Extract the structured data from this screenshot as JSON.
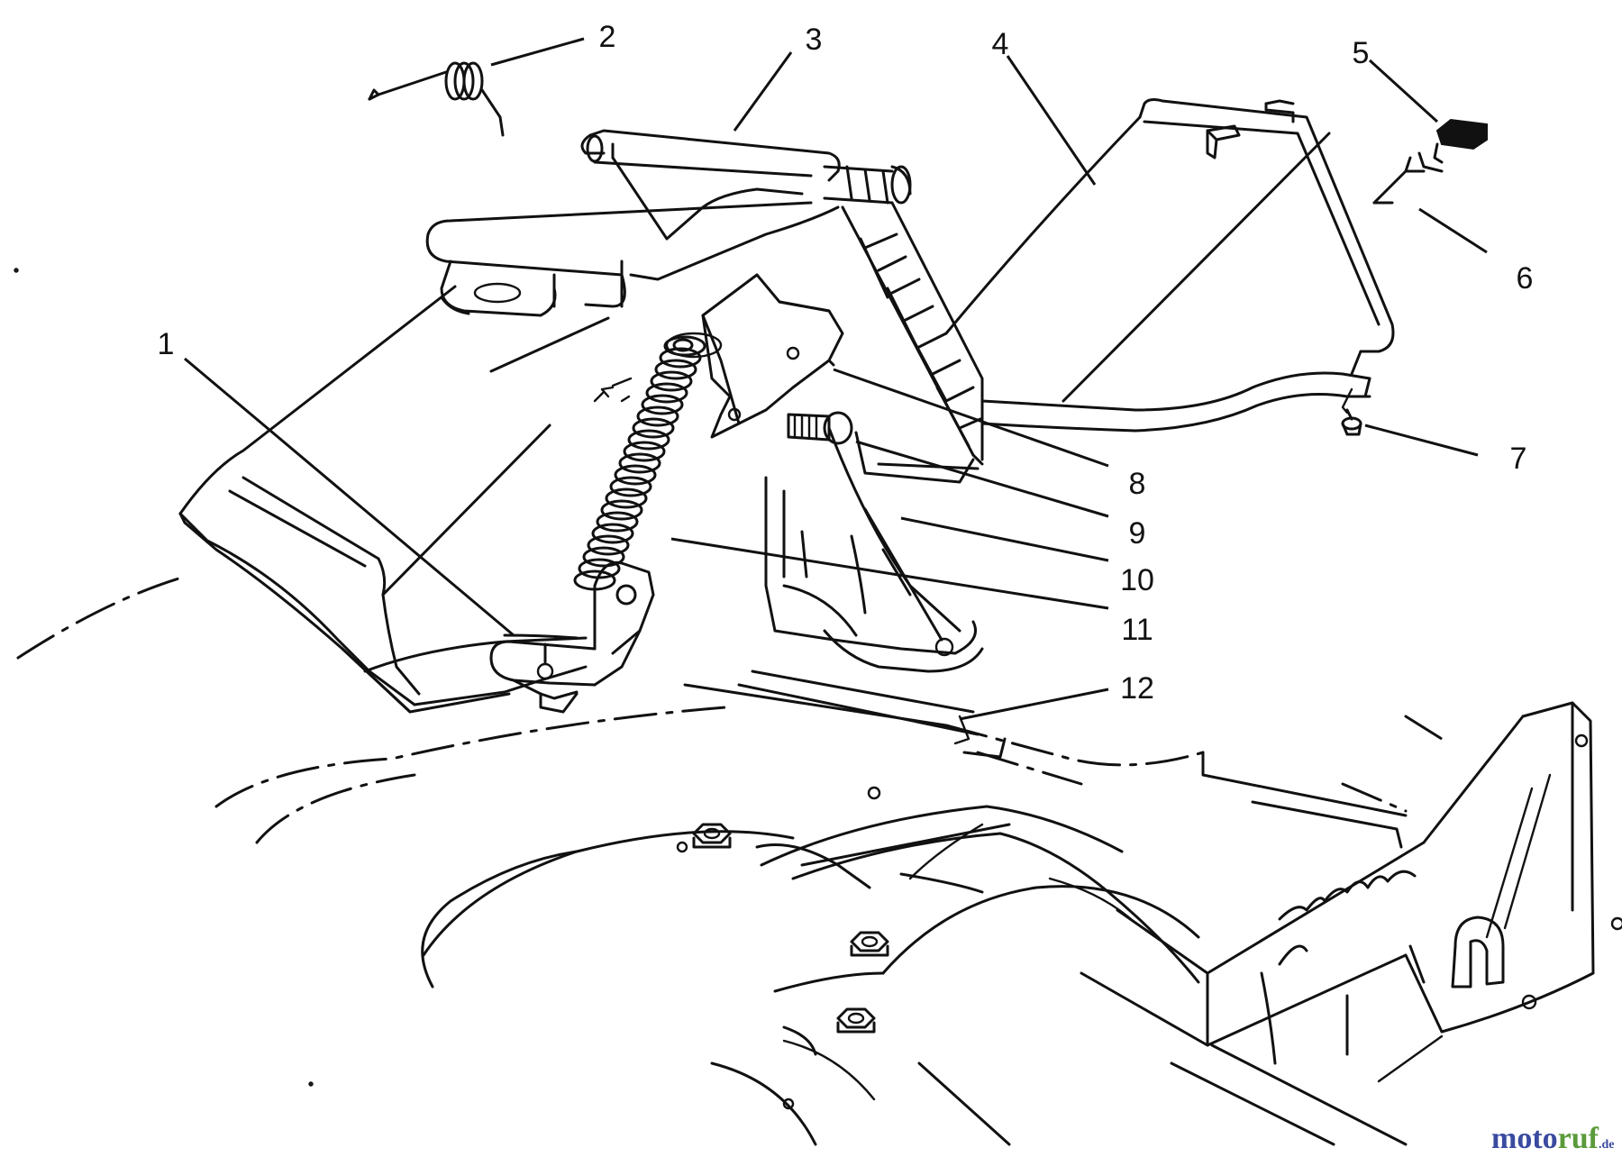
{
  "callouts": [
    {
      "label": "1"
    },
    {
      "label": "2"
    },
    {
      "label": "3"
    },
    {
      "label": "4"
    },
    {
      "label": "5"
    },
    {
      "label": "6"
    },
    {
      "label": "7"
    },
    {
      "label": "8"
    },
    {
      "label": "9"
    },
    {
      "label": "10"
    },
    {
      "label": "11"
    },
    {
      "label": "12"
    }
  ],
  "watermark": {
    "part1": "moto",
    "part2": "ruf",
    "suffix": ".de",
    "color_primary": "#3a4aa0",
    "color_accent": "#5a9a3a"
  }
}
